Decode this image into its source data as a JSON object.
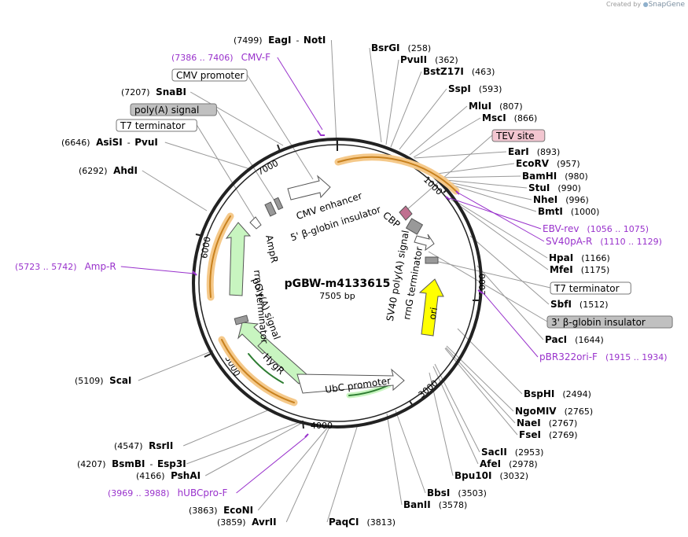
{
  "credit": {
    "prefix": "Created by",
    "brand": "SnapGene"
  },
  "plasmid": {
    "name": "pGBW-m4133615",
    "size": "7505 bp"
  },
  "colors": {
    "primer": "#9932cc",
    "orf_fill": "#c8f5c0",
    "ori_fill": "#ffff00",
    "highlight": "#f5c98a",
    "tev_fill": "#f2c6d0",
    "gray_box": "#c0c0c0"
  },
  "sites": [
    {
      "pos": "(7499)",
      "name": "EagI",
      "sep": "-",
      "name2": "NotI"
    },
    {
      "pos": "(258)",
      "name": "BsrGI"
    },
    {
      "pos": "(362)",
      "name": "PvuII"
    },
    {
      "pos": "(463)",
      "name": "BstZ17I"
    },
    {
      "pos": "(593)",
      "name": "SspI"
    },
    {
      "pos": "(807)",
      "name": "MluI"
    },
    {
      "pos": "(866)",
      "name": "MscI"
    },
    {
      "pos": "(893)",
      "name": "EarI"
    },
    {
      "pos": "(957)",
      "name": "EcoRV"
    },
    {
      "pos": "(980)",
      "name": "BamHI"
    },
    {
      "pos": "(990)",
      "name": "StuI"
    },
    {
      "pos": "(996)",
      "name": "NheI"
    },
    {
      "pos": "(1000)",
      "name": "BmtI"
    },
    {
      "pos": "(1166)",
      "name": "HpaI"
    },
    {
      "pos": "(1175)",
      "name": "MfeI"
    },
    {
      "pos": "(1512)",
      "name": "SbfI"
    },
    {
      "pos": "(1644)",
      "name": "PacI"
    },
    {
      "pos": "(2494)",
      "name": "BspHI"
    },
    {
      "pos": "(2765)",
      "name": "NgoMIV"
    },
    {
      "pos": "(2767)",
      "name": "NaeI"
    },
    {
      "pos": "(2769)",
      "name": "FseI"
    },
    {
      "pos": "(2953)",
      "name": "SacII"
    },
    {
      "pos": "(2978)",
      "name": "AfeI"
    },
    {
      "pos": "(3032)",
      "name": "Bpu10I"
    },
    {
      "pos": "(3503)",
      "name": "BbsI"
    },
    {
      "pos": "(3578)",
      "name": "BanII"
    },
    {
      "pos": "(3813)",
      "name": "PaqCI"
    },
    {
      "pos": "(3859)",
      "name": "AvrII"
    },
    {
      "pos": "(3863)",
      "name": "EcoNI"
    },
    {
      "pos": "(4166)",
      "name": "PshAI"
    },
    {
      "pos": "(4207)",
      "name": "BsmBI",
      "sep": "-",
      "name2": "Esp3I"
    },
    {
      "pos": "(4547)",
      "name": "RsrII"
    },
    {
      "pos": "(5109)",
      "name": "ScaI"
    },
    {
      "pos": "(6292)",
      "name": "AhdI"
    },
    {
      "pos": "(6646)",
      "name": "AsiSI",
      "sep": "-",
      "name2": "PvuI"
    },
    {
      "pos": "(7207)",
      "name": "SnaBI"
    }
  ],
  "primers": [
    {
      "range": "(7386 .. 7406)",
      "name": "CMV-F"
    },
    {
      "range": "(1056 .. 1075)",
      "name": "EBV-rev"
    },
    {
      "range": "(1110 .. 1129)",
      "name": "SV40pA-R"
    },
    {
      "range": "(1915 .. 1934)",
      "name": "pBR322ori-F"
    },
    {
      "range": "(3969 .. 3988)",
      "name": "hUBCpro-F"
    },
    {
      "range": "(5723 .. 5742)",
      "name": "Amp-R"
    }
  ],
  "boxed_labels": [
    "CMV promoter",
    "poly(A) signal",
    "T7 terminator",
    "TEV site",
    "T7 terminator",
    "3' β-globin insulator"
  ],
  "feature_labels": {
    "cmv_enhancer": "CMV enhancer",
    "globin_insulator": "5' β-globin insulator",
    "cbp": "CBP",
    "sv40_polya": "SV40 poly(A) signal",
    "rrng_right": "rrnG terminator",
    "ori": "ori",
    "ubc_promoter": "UbC promoter",
    "hygr": "HygR",
    "polya_left": "poly(A) signal",
    "rrng_left": "rrnG terminator",
    "ampr": "AmpR"
  },
  "ticks": [
    "1000",
    "2000",
    "3000",
    "4000",
    "5000",
    "6000",
    "7000"
  ]
}
